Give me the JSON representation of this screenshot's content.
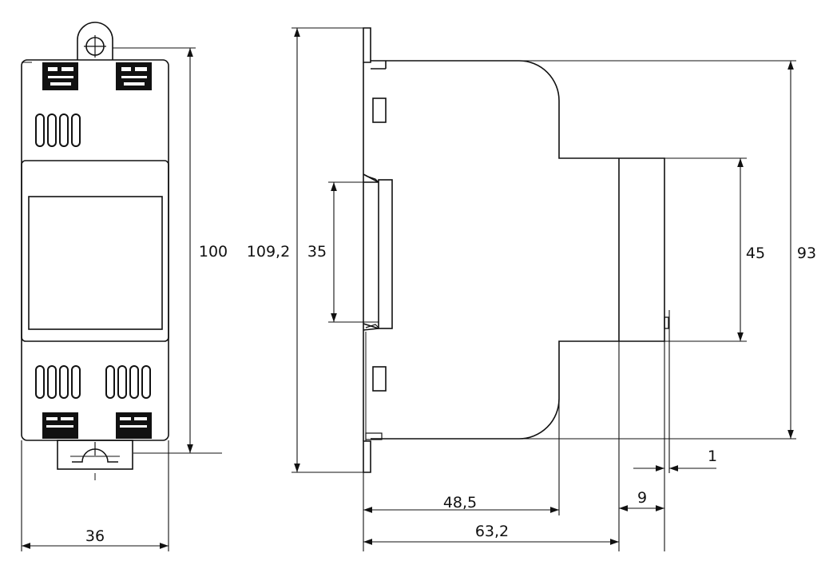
{
  "drawing": {
    "front_view": {
      "width_label": "36",
      "height_label": "100"
    },
    "side_view": {
      "overall_height_label": "109,2",
      "rail_height_label": "35",
      "front_face_height_label": "45",
      "body_height_label": "93",
      "depth_to_shoulder_label": "48,5",
      "overall_depth_label": "63,2",
      "front_face_depth_label": "9",
      "knob_label": "1"
    }
  }
}
